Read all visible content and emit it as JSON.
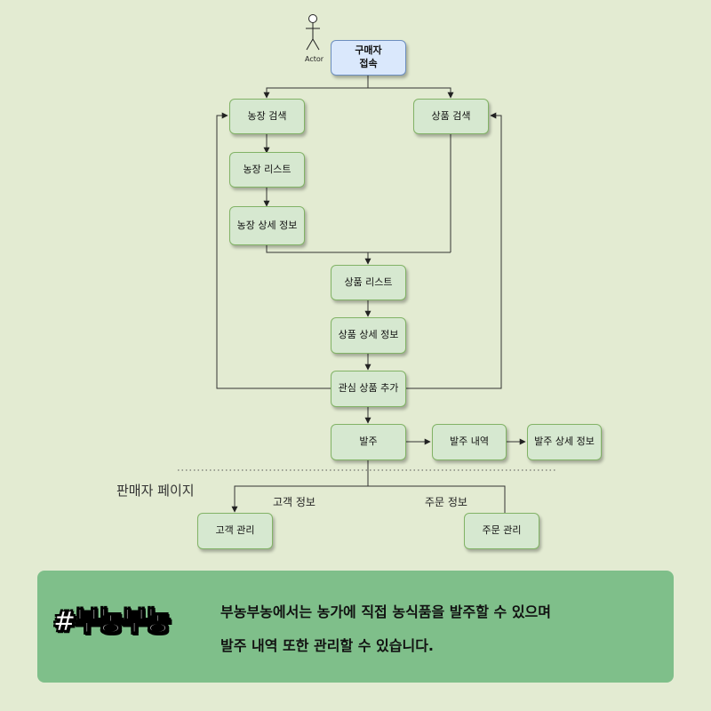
{
  "actor": {
    "label": "Actor"
  },
  "nodes": {
    "buyer_login": [
      "구매자",
      "접속"
    ],
    "farm_search": "농장 검색",
    "product_search": "상품 검색",
    "farm_list": "농장 리스트",
    "farm_detail": "농장 상세 정보",
    "product_list": "상품 리스트",
    "product_detail": "상품 상세 정보",
    "add_interest": "관심 상품 추가",
    "order": "발주",
    "order_history": "발주 내역",
    "order_detail": "발주 상세 정보",
    "customer_mgmt": "고객 관리",
    "order_mgmt": "주문 관리"
  },
  "section_label": "판매자 페이지",
  "edge_labels": {
    "customer_info": "고객 정보",
    "order_info": "주문 정보"
  },
  "banner": {
    "hashtag": "#부농부농",
    "line1": "부농부농에서는 농가에 직접 농식품을 발주할 수 있으며",
    "line2": "발주 내역 또한 관리할 수 있습니다."
  },
  "colors": {
    "background": "#e3ebd2",
    "node_fill": "#d6e8d0",
    "node_border": "#82b366",
    "start_fill": "#dae8fc",
    "start_border": "#6c8ebf",
    "banner_fill": "#7fbf8a"
  }
}
